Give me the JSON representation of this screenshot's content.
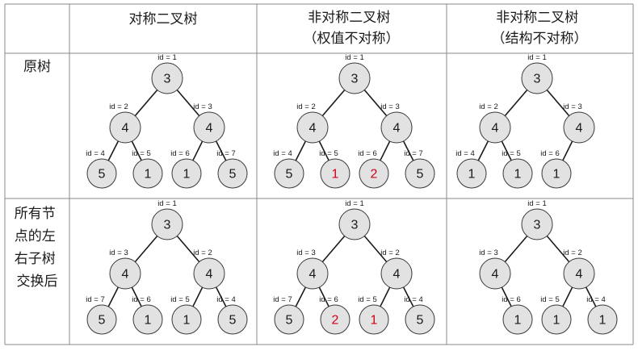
{
  "headers": {
    "col1": [
      "对称二叉树"
    ],
    "col2": [
      "非对称二叉树",
      "（权值不对称）"
    ],
    "col3": [
      "非对称二叉树",
      "（结构不对称）"
    ]
  },
  "row_labels": {
    "row1": [
      "原树"
    ],
    "row2": [
      "所有节",
      "点的左",
      "右子树",
      "交换后"
    ]
  },
  "colors": {
    "default_value": "#1a1a1a",
    "highlight_value": "#d0021b",
    "node_fill": "#e2e2e2",
    "grid": "#8a8a8a"
  },
  "trees": [
    {
      "id": "r1c1",
      "nodes": [
        {
          "key": "root",
          "id_label": "id = 1",
          "value": "3"
        },
        {
          "key": "L",
          "id_label": "id = 2",
          "value": "4"
        },
        {
          "key": "R",
          "id_label": "id = 3",
          "value": "4"
        },
        {
          "key": "LL",
          "id_label": "id = 4",
          "value": "5"
        },
        {
          "key": "LR",
          "id_label": "id = 5",
          "value": "1"
        },
        {
          "key": "RL",
          "id_label": "id = 6",
          "value": "1"
        },
        {
          "key": "RR",
          "id_label": "id = 7",
          "value": "5"
        }
      ]
    },
    {
      "id": "r1c2",
      "nodes": [
        {
          "key": "root",
          "id_label": "id = 1",
          "value": "3"
        },
        {
          "key": "L",
          "id_label": "id = 2",
          "value": "4"
        },
        {
          "key": "R",
          "id_label": "id = 3",
          "value": "4"
        },
        {
          "key": "LL",
          "id_label": "id = 4",
          "value": "5"
        },
        {
          "key": "LR",
          "id_label": "id = 5",
          "value": "1",
          "highlight": true
        },
        {
          "key": "RL",
          "id_label": "id = 6",
          "value": "2",
          "highlight": true
        },
        {
          "key": "RR",
          "id_label": "id = 7",
          "value": "5"
        }
      ]
    },
    {
      "id": "r1c3",
      "nodes": [
        {
          "key": "root",
          "id_label": "id = 1",
          "value": "3"
        },
        {
          "key": "L",
          "id_label": "id = 2",
          "value": "4"
        },
        {
          "key": "R",
          "id_label": "id = 3",
          "value": "4"
        },
        {
          "key": "LL",
          "id_label": "id = 4",
          "value": "1"
        },
        {
          "key": "LR",
          "id_label": "id = 5",
          "value": "1"
        },
        {
          "key": "RL",
          "id_label": "id = 6",
          "value": "1"
        }
      ]
    },
    {
      "id": "r2c1",
      "nodes": [
        {
          "key": "root",
          "id_label": "id = 1",
          "value": "3"
        },
        {
          "key": "L",
          "id_label": "id = 3",
          "value": "4"
        },
        {
          "key": "R",
          "id_label": "id = 2",
          "value": "4"
        },
        {
          "key": "LL",
          "id_label": "id = 7",
          "value": "5"
        },
        {
          "key": "LR",
          "id_label": "id = 6",
          "value": "1"
        },
        {
          "key": "RL",
          "id_label": "id = 5",
          "value": "1"
        },
        {
          "key": "RR",
          "id_label": "id = 4",
          "value": "5"
        }
      ]
    },
    {
      "id": "r2c2",
      "nodes": [
        {
          "key": "root",
          "id_label": "id = 1",
          "value": "3"
        },
        {
          "key": "L",
          "id_label": "id = 3",
          "value": "4"
        },
        {
          "key": "R",
          "id_label": "id = 2",
          "value": "4"
        },
        {
          "key": "LL",
          "id_label": "id = 7",
          "value": "5"
        },
        {
          "key": "LR",
          "id_label": "id = 6",
          "value": "2",
          "highlight": true
        },
        {
          "key": "RL",
          "id_label": "id = 5",
          "value": "1",
          "highlight": true
        },
        {
          "key": "RR",
          "id_label": "id = 4",
          "value": "5"
        }
      ]
    },
    {
      "id": "r2c3",
      "nodes": [
        {
          "key": "root",
          "id_label": "id = 1",
          "value": "3"
        },
        {
          "key": "L",
          "id_label": "id = 3",
          "value": "4"
        },
        {
          "key": "R",
          "id_label": "id = 2",
          "value": "4"
        },
        {
          "key": "LR",
          "id_label": "id = 6",
          "value": "1"
        },
        {
          "key": "RL",
          "id_label": "id = 5",
          "value": "1"
        },
        {
          "key": "RR",
          "id_label": "id = 4",
          "value": "1"
        }
      ]
    }
  ]
}
